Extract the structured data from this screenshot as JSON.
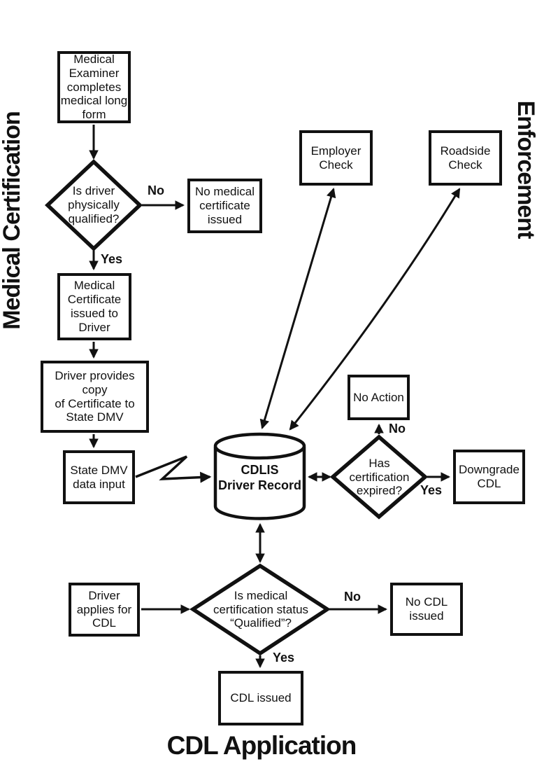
{
  "colors": {
    "ink": "#111111",
    "background": "#ffffff"
  },
  "section_titles": {
    "left": "Medical Certification",
    "right": "Enforcement",
    "bottom": "CDL Application"
  },
  "nodes": {
    "medical_examiner": "Medical\nExaminer\ncompletes\nmedical long\nform",
    "no_medical_certificate": "No medical\ncertificate\nissued",
    "medical_certificate_issued": "Medical\nCertificate\nissued to\nDriver",
    "driver_provides_copy": "Driver provides\ncopy\nof Certificate to\nState DMV",
    "state_dmv_data_input": "State DMV\ndata input",
    "employer_check": "Employer\nCheck",
    "roadside_check": "Roadside\nCheck",
    "no_action": "No Action",
    "downgrade_cdl": "Downgrade\nCDL",
    "driver_applies": "Driver\napplies for\nCDL",
    "no_cdl_issued": "No CDL\nissued",
    "cdl_issued": "CDL issued",
    "cdlis_driver_record": "CDLIS\nDriver Record"
  },
  "decisions": {
    "physically_qualified": "Is driver\nphysically\nqualified?",
    "certification_expired": "Has\ncertification\nexpired?",
    "status_qualified": "Is medical\ncertification status\n“Qualified”?"
  },
  "edge_labels": {
    "physically_qualified_no": "No",
    "physically_qualified_yes": "Yes",
    "certification_expired_no": "No",
    "certification_expired_yes": "Yes",
    "status_qualified_no": "No",
    "status_qualified_yes": "Yes"
  }
}
